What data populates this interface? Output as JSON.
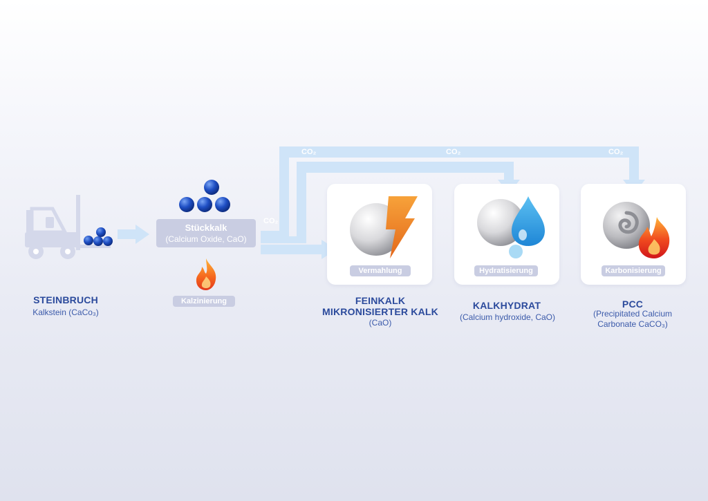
{
  "colors": {
    "title_blue": "#2b4a9c",
    "flow_blue": "#cfe4f8",
    "badge_grey": "#c9cde2",
    "sphere_blue": "#1f4fc4",
    "lightning_orange": "#ef8b1b",
    "water_blue": "#3ea7e8",
    "flame_red": "#e83b1b"
  },
  "co2_labels": [
    "CO₂",
    "CO₂",
    "CO₂",
    "CO₂"
  ],
  "steinbruch": {
    "title": "STEINBRUCH",
    "subtitle": "Kalkstein (CaCo₃)",
    "icon": "forklift-icon"
  },
  "stueckkalk": {
    "title": "Stückkalk",
    "subtitle": "(Calcium Oxide, CaO)",
    "process": "Kalzinierung",
    "icon": "flame-icon"
  },
  "feinkalk": {
    "process": "Vermahlung",
    "title_line1": "FEINKALK",
    "title_line2": "MIKRONISIERTER KALK",
    "subtitle": "(CaO)",
    "icon": "lightning-sphere-icon"
  },
  "kalkhydrat": {
    "process": "Hydratisierung",
    "title": "KALKHYDRAT",
    "subtitle": "(Calcium hydroxide, CaO)",
    "icon": "water-drop-sphere-icon"
  },
  "pcc": {
    "process": "Karbonisierung",
    "title": "PCC",
    "subtitle_line1": "(Precipitated Calcium",
    "subtitle_line2": "Carbonate CaCO₃)",
    "icon": "spiral-flame-icon"
  }
}
